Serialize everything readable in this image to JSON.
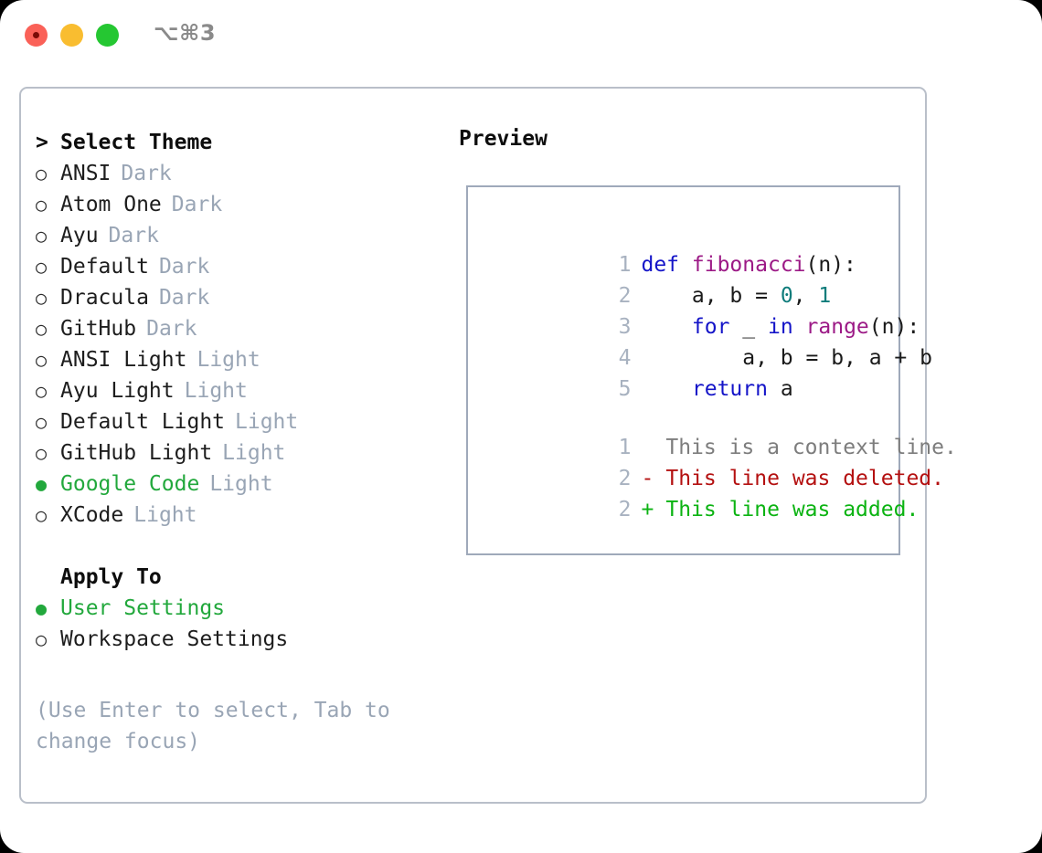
{
  "titlebar": {
    "shortcut": "⌥⌘3",
    "buttons": [
      {
        "name": "close",
        "color": "#fa6158"
      },
      {
        "name": "minimize",
        "color": "#f9bd30"
      },
      {
        "name": "maximize",
        "color": "#25c732"
      }
    ]
  },
  "picker": {
    "header_marker": ">",
    "header": "Select Theme",
    "items": [
      {
        "marker": "○",
        "name": "ANSI",
        "tag": "Dark",
        "selected": false
      },
      {
        "marker": "○",
        "name": "Atom One",
        "tag": "Dark",
        "selected": false
      },
      {
        "marker": "○",
        "name": "Ayu",
        "tag": "Dark",
        "selected": false
      },
      {
        "marker": "○",
        "name": "Default",
        "tag": "Dark",
        "selected": false
      },
      {
        "marker": "○",
        "name": "Dracula",
        "tag": "Dark",
        "selected": false
      },
      {
        "marker": "○",
        "name": "GitHub",
        "tag": "Dark",
        "selected": false
      },
      {
        "marker": "○",
        "name": "ANSI Light",
        "tag": "Light",
        "selected": false
      },
      {
        "marker": "○",
        "name": "Ayu Light",
        "tag": "Light",
        "selected": false
      },
      {
        "marker": "○",
        "name": "Default Light",
        "tag": "Light",
        "selected": false
      },
      {
        "marker": "○",
        "name": "GitHub Light",
        "tag": "Light",
        "selected": false
      },
      {
        "marker": "●",
        "name": "Google Code",
        "tag": "Light",
        "selected": true
      },
      {
        "marker": "○",
        "name": "XCode",
        "tag": "Light",
        "selected": false
      }
    ],
    "apply_to": {
      "header": "Apply To",
      "options": [
        {
          "marker": "●",
          "name": "User Settings",
          "selected": true
        },
        {
          "marker": "○",
          "name": "Workspace Settings",
          "selected": false
        }
      ]
    },
    "hint": "(Use Enter to select, Tab to change focus)"
  },
  "preview": {
    "title": "Preview",
    "code_lines": [
      {
        "no": "1",
        "tokens": [
          {
            "t": "def",
            "c": "kw"
          },
          {
            "t": " ",
            "c": "pl"
          },
          {
            "t": "fibonacci",
            "c": "fn"
          },
          {
            "t": "(n):",
            "c": "pl"
          }
        ]
      },
      {
        "no": "2",
        "tokens": [
          {
            "t": "    a, b = ",
            "c": "pl"
          },
          {
            "t": "0",
            "c": "num"
          },
          {
            "t": ", ",
            "c": "pl"
          },
          {
            "t": "1",
            "c": "num"
          }
        ]
      },
      {
        "no": "3",
        "tokens": [
          {
            "t": "    ",
            "c": "pl"
          },
          {
            "t": "for",
            "c": "kw"
          },
          {
            "t": " _ ",
            "c": "pl"
          },
          {
            "t": "in",
            "c": "kw"
          },
          {
            "t": " ",
            "c": "pl"
          },
          {
            "t": "range",
            "c": "fn"
          },
          {
            "t": "(n):",
            "c": "pl"
          }
        ]
      },
      {
        "no": "4",
        "tokens": [
          {
            "t": "        a, b = b, a + b",
            "c": "pl"
          }
        ]
      },
      {
        "no": "5",
        "tokens": [
          {
            "t": "    ",
            "c": "pl"
          },
          {
            "t": "return",
            "c": "kw"
          },
          {
            "t": " a",
            "c": "pl"
          }
        ]
      }
    ],
    "diff_lines": [
      {
        "no": "1",
        "sign": " ",
        "text": "This is a context line.",
        "kind": "d-ctx"
      },
      {
        "no": "2",
        "sign": "-",
        "text": "This line was deleted.",
        "kind": "d-del"
      },
      {
        "no": "2",
        "sign": "+",
        "text": "This line was added.",
        "kind": "d-add"
      }
    ]
  },
  "colors": {
    "accent_green": "#22a83c",
    "tag_gray": "#99a5b5",
    "panel_border": "#b9bfc9",
    "preview_border": "#9fa9ba",
    "keyword": "#1414c8",
    "function": "#9c1a86",
    "number": "#0e7c7b",
    "diff_added": "#0bb312",
    "diff_deleted": "#b41010"
  }
}
